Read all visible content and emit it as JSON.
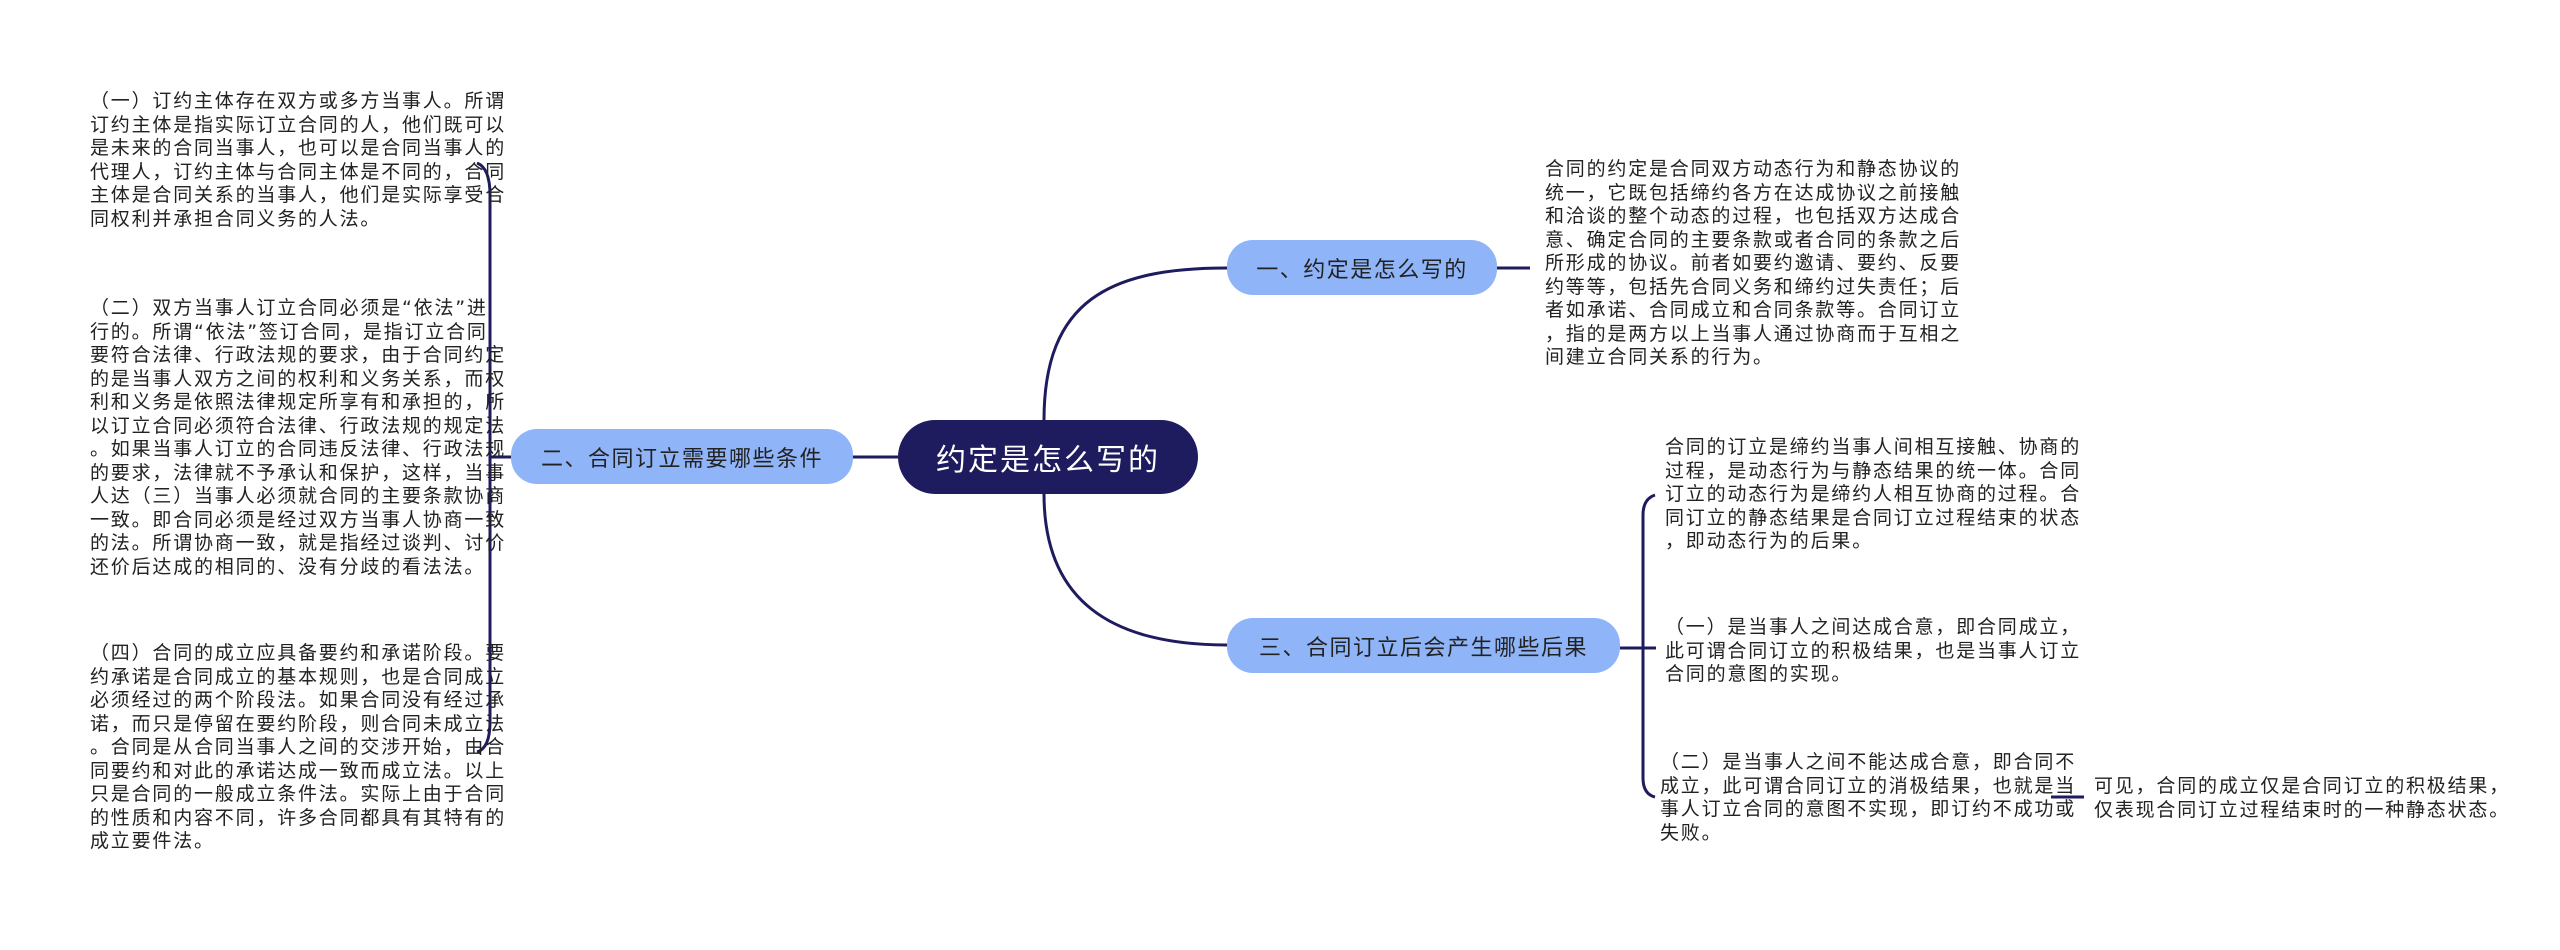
{
  "center": {
    "label": "约定是怎么写的"
  },
  "branches": [
    {
      "label": "一、约定是怎么写的"
    },
    {
      "label": "二、合同订立需要哪些条件"
    },
    {
      "label": "三、合同订立后会产生哪些后果"
    }
  ],
  "colors": {
    "center": "#1e1b5e",
    "branch": "#8fb4f8",
    "line": "#1e1b5e"
  },
  "left_texts": [
    {
      "lines": [
        "（一）订约主体存在双方或多方当事人。所谓",
        "订约主体是指实际订立合同的人，他们既可以",
        "是未来的合同当事人，也可以是合同当事人的",
        "代理人，订约主体与合同主体是不同的，合同",
        "主体是合同关系的当事人，他们是实际享受合",
        "同权利并承担合同义务的人法。"
      ]
    },
    {
      "lines": [
        "（二）双方当事人订立合同必须是“依法”进",
        "行的。所谓“依法”签订合同，是指订立合同",
        "要符合法律、行政法规的要求，由于合同约定",
        "的是当事人双方之间的权利和义务关系，而权",
        "利和义务是依照法律规定所享有和承担的，所",
        "以订立合同必须符合法律、行政法规的规定法",
        "。如果当事人订立的合同违反法律、行政法规",
        "的要求，法律就不予承认和保护，这样，当事",
        "人达（三）当事人必须就合同的主要条款协商",
        "一致。即合同必须是经过双方当事人协商一致",
        "的法。所谓协商一致，就是指经过谈判、讨价",
        "还价后达成的相同的、没有分歧的看法法。"
      ]
    },
    {
      "lines": [
        "（四）合同的成立应具备要约和承诺阶段。要",
        "约承诺是合同成立的基本规则，也是合同成立",
        "必须经过的两个阶段法。如果合同没有经过承",
        "诺，而只是停留在要约阶段，则合同未成立法",
        "。合同是从合同当事人之间的交涉开始，由合",
        "同要约和对此的承诺达成一致而成立法。以上",
        "只是合同的一般成立条件法。实际上由于合同",
        "的性质和内容不同，许多合同都具有其特有的",
        "成立要件法。"
      ]
    }
  ],
  "right_texts": {
    "branch1": {
      "lines": [
        "合同的约定是合同双方动态行为和静态协议的",
        "统一，它既包括缔约各方在达成协议之前接触",
        "和洽谈的整个动态的过程，也包括双方达成合",
        "意、确定合同的主要条款或者合同的条款之后",
        "所形成的协议。前者如要约邀请、要约、反要",
        "约等等，包括先合同义务和缔约过失责任；后",
        "者如承诺、合同成立和合同条款等。合同订立",
        "，指的是两方以上当事人通过协商而于互相之",
        "间建立合同关系的行为。"
      ]
    },
    "branch3": [
      {
        "lines": [
          "合同的订立是缔约当事人间相互接触、协商的",
          "过程，是动态行为与静态结果的统一体。合同",
          "订立的动态行为是缔约人相互协商的过程。合",
          "同订立的静态结果是合同订立过程结束的状态",
          "，即动态行为的后果。"
        ]
      },
      {
        "lines": [
          "（一）是当事人之间达成合意，即合同成立，",
          "此可谓合同订立的积极结果，也是当事人订立",
          "合同的意图的实现。"
        ]
      },
      {
        "lines": [
          "（二）是当事人之间不能达成合意，即合同不",
          "成立，此可谓合同订立的消极结果，也就是当",
          "事人订立合同的意图不实现，即订约不成功或",
          "失败。"
        ]
      }
    ],
    "sub": {
      "lines": [
        "可见，合同的成立仅是合同订立的积极结果，",
        "仅表现合同订立过程结束时的一种静态状态。"
      ]
    }
  }
}
